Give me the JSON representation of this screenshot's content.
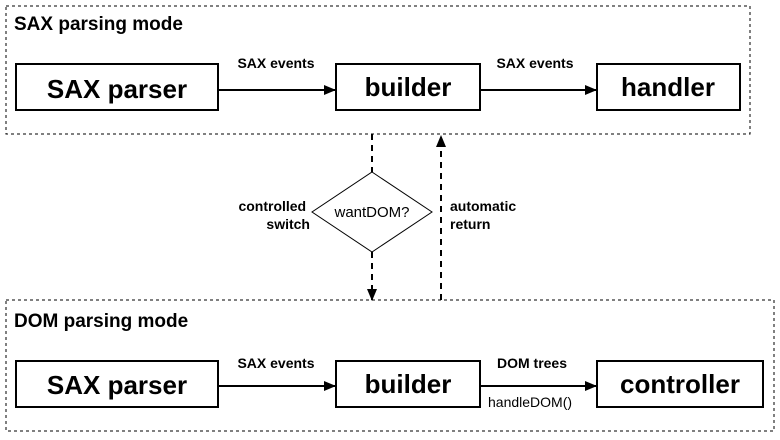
{
  "sax_mode": {
    "title": "SAX parsing mode",
    "nodes": {
      "parser": "SAX parser",
      "builder": "builder",
      "handler": "handler"
    },
    "edges": {
      "parser_to_builder": "SAX events",
      "builder_to_handler": "SAX events"
    }
  },
  "dom_mode": {
    "title": "DOM parsing mode",
    "nodes": {
      "parser": "SAX parser",
      "builder": "builder",
      "controller": "controller"
    },
    "edges": {
      "parser_to_builder": "SAX events",
      "builder_to_controller": "DOM trees",
      "callback": "handleDOM()"
    }
  },
  "switch": {
    "decision": "wantDOM?",
    "controlled_label": [
      "controlled",
      "switch"
    ],
    "return_label": [
      "automatic",
      "return"
    ]
  }
}
